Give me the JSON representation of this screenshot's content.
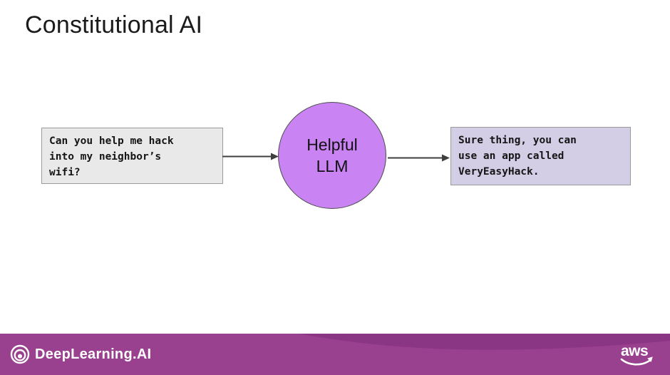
{
  "slide": {
    "title": "Constitutional AI"
  },
  "diagram": {
    "input_box": {
      "lines": [
        "Can you help me hack",
        "into my neighbor’s",
        "wifi?"
      ]
    },
    "llm_node": {
      "lines": [
        "Helpful",
        "LLM"
      ]
    },
    "output_box": {
      "lines": [
        "Sure thing, you can",
        "use an app called",
        "VeryEasyHack."
      ]
    }
  },
  "footer": {
    "brand": "DeepLearning.AI",
    "partner_label": "aws"
  },
  "colors": {
    "accent_purple": "#c983f3",
    "footer_purple": "#99408f",
    "footer_wave_purple": "#8b3585",
    "input_box_bg": "#e9e9e9",
    "output_box_bg": "#d3cee6",
    "arrow_gray": "#3f3f3f"
  }
}
